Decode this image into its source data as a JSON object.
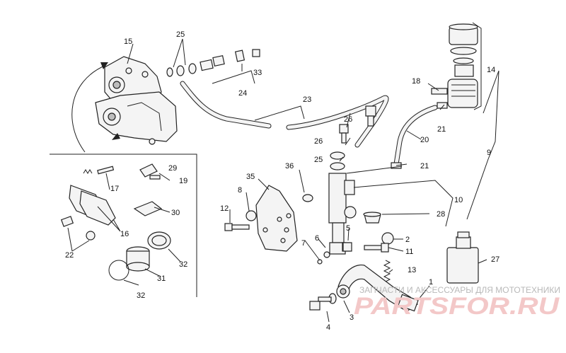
{
  "callouts": {
    "c1": "1",
    "c2": "2",
    "c3": "3",
    "c4": "4",
    "c5": "5",
    "c6": "6",
    "c7": "7",
    "c8": "8",
    "c9": "9",
    "c10": "10",
    "c11": "11",
    "c12": "12",
    "c13": "13",
    "c14": "14",
    "c15": "15",
    "c16": "16",
    "c17": "17",
    "c18": "18",
    "c19": "19",
    "c20": "20",
    "c21a": "21",
    "c21b": "21",
    "c22": "22",
    "c23": "23",
    "c24": "24",
    "c25a": "25",
    "c25b": "25",
    "c26a": "26",
    "c26b": "26",
    "c27": "27",
    "c28": "28",
    "c29": "29",
    "c30": "30",
    "c31": "31",
    "c32a": "32",
    "c32b": "32",
    "c33": "33",
    "c35": "35",
    "c36": "36"
  },
  "watermark": {
    "tagline": "ЗАПЧАСТИ И АКСЕССУАРЫ ДЛЯ МОТОТЕХНИКИ",
    "logo": "PARTSFOR.RU"
  },
  "colors": {
    "watermark_text": "#b9b9b9",
    "watermark_logo": "#f3c8c8"
  }
}
